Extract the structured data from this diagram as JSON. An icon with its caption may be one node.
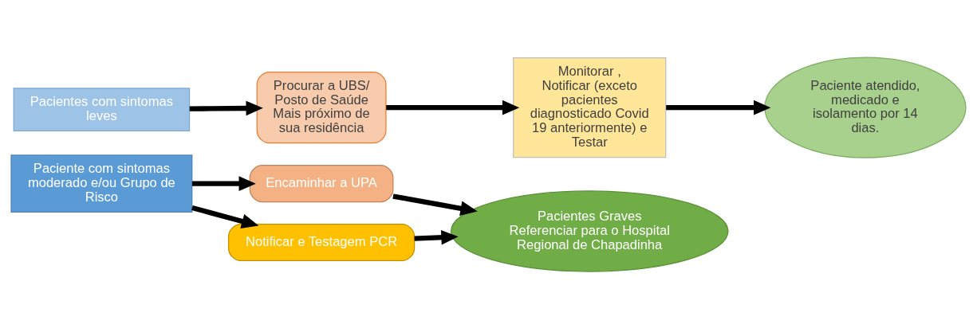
{
  "diagram": {
    "nodes": [
      {
        "text": [
          "Pacientes com sintomas leves"
        ]
      },
      {
        "text": [
          "Procurar a UBS/ Posto de Saúde Mais próximo de sua residência"
        ]
      },
      {
        "text": [
          "Monitorar , Notificar (exceto pacientes diagnosticado Covid 19 anteriormente) e Testar"
        ]
      },
      {
        "text": [
          "Paciente atendido, medicado e isolamento por 14 dias."
        ]
      },
      {
        "text": [
          "Paciente com sintomas moderado e/ou Grupo de Risco"
        ]
      },
      {
        "text": [
          "Encaminhar a UPA"
        ]
      },
      {
        "text": [
          "Notificar e Testagem PCR"
        ]
      },
      {
        "text": [
          "Pacientes Graves",
          "Referenciar para o Hospital Regional de Chapadinha"
        ]
      }
    ],
    "edges": [
      {
        "from": 0,
        "to": 1,
        "arrow": "to"
      },
      {
        "from": 1,
        "to": 2,
        "arrow": "to"
      },
      {
        "from": 2,
        "to": 3,
        "arrow": "to"
      },
      {
        "from": 4,
        "to": 5,
        "arrow": "to"
      },
      {
        "from": 4,
        "to": 6,
        "arrow": "to"
      },
      {
        "from": 5,
        "to": 7,
        "arrow": "to"
      },
      {
        "from": 6,
        "to": 7,
        "arrow": "to"
      }
    ]
  }
}
